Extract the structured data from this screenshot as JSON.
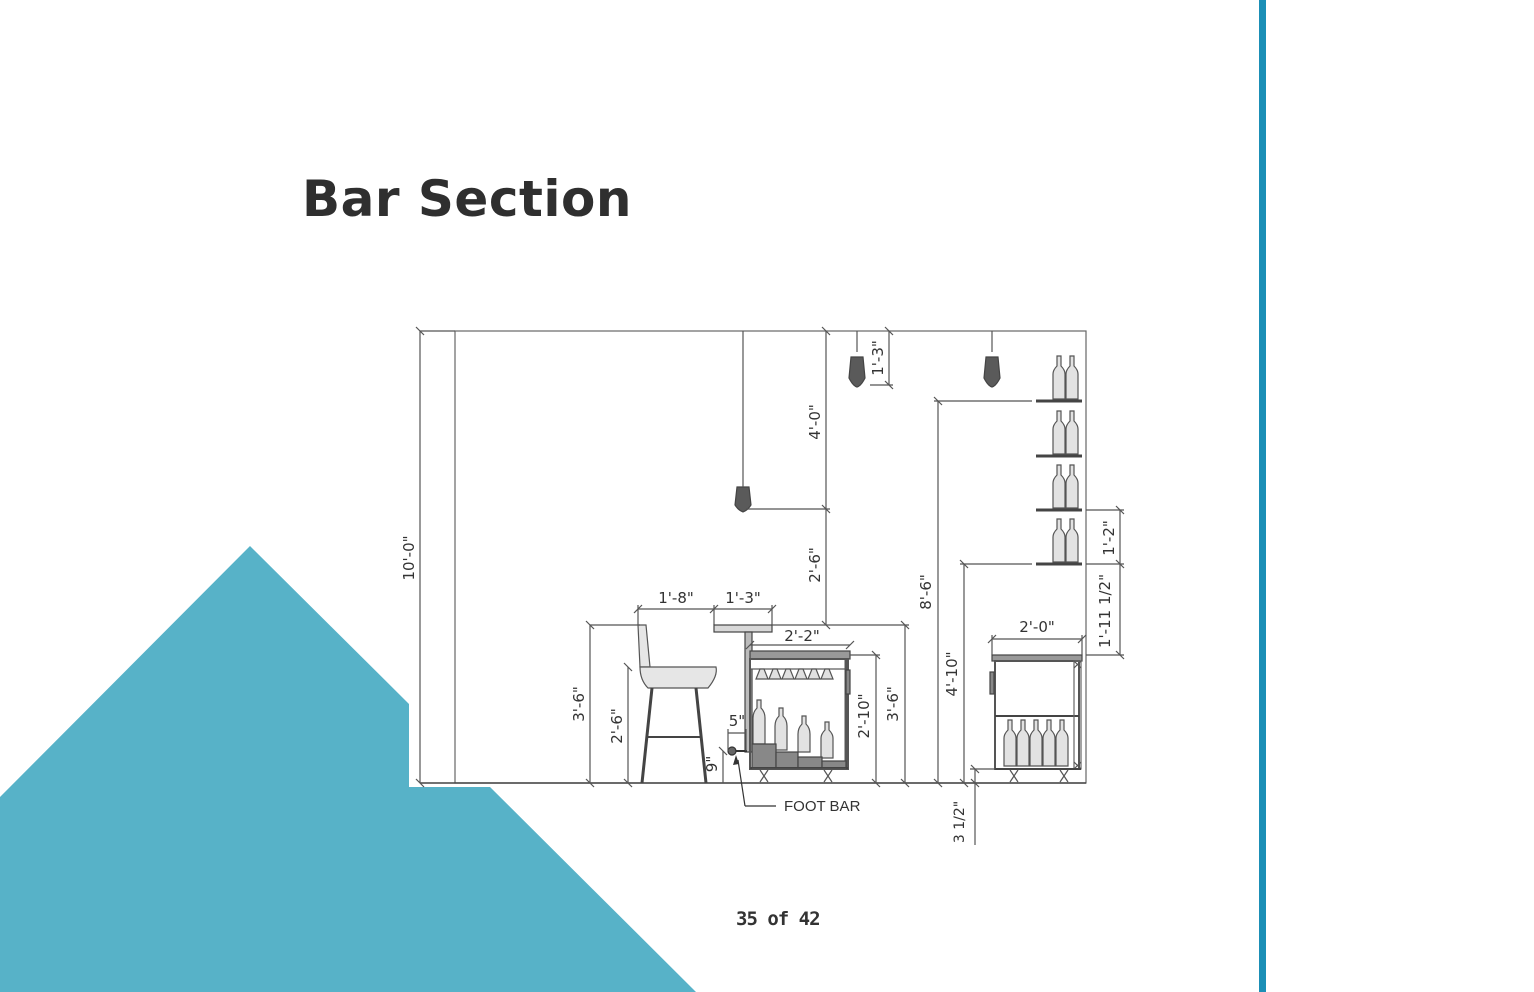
{
  "slide": {
    "title": "Bar Section",
    "page_number": "35 of 42"
  },
  "colors": {
    "accent_blue": "#57b2c8",
    "side_bar": "#1b8fb6",
    "line": "#555555",
    "fixture": "#555555"
  },
  "drawing": {
    "callout": "FOOT BAR",
    "dims": {
      "overall_height": "10'-0\"",
      "pendant_drop": "4'-0\"",
      "pendant_to_counter": "2'-6\"",
      "stool_spacing": "1'-8\"",
      "counter_overhang": "1'-3\"",
      "bar_depth": "2'-2\"",
      "bar_height": "3'-6\"",
      "seat_height": "2'-6\"",
      "foot_bar_offset": "5\"",
      "foot_bar_height": "9\"",
      "back_bar_inner_height": "2'-10\"",
      "bar_counter_height": "3'-6\"",
      "pendant_height": "1'-3\"",
      "shelf_top_height": "8'-6\"",
      "back_counter_height": "4'-10\"",
      "back_counter_depth": "2'-0\"",
      "shelf_spacing": "1'-2\"",
      "counter_to_shelf": "1'-11 1/2\"",
      "floor_drop": "3 1/2\""
    }
  }
}
